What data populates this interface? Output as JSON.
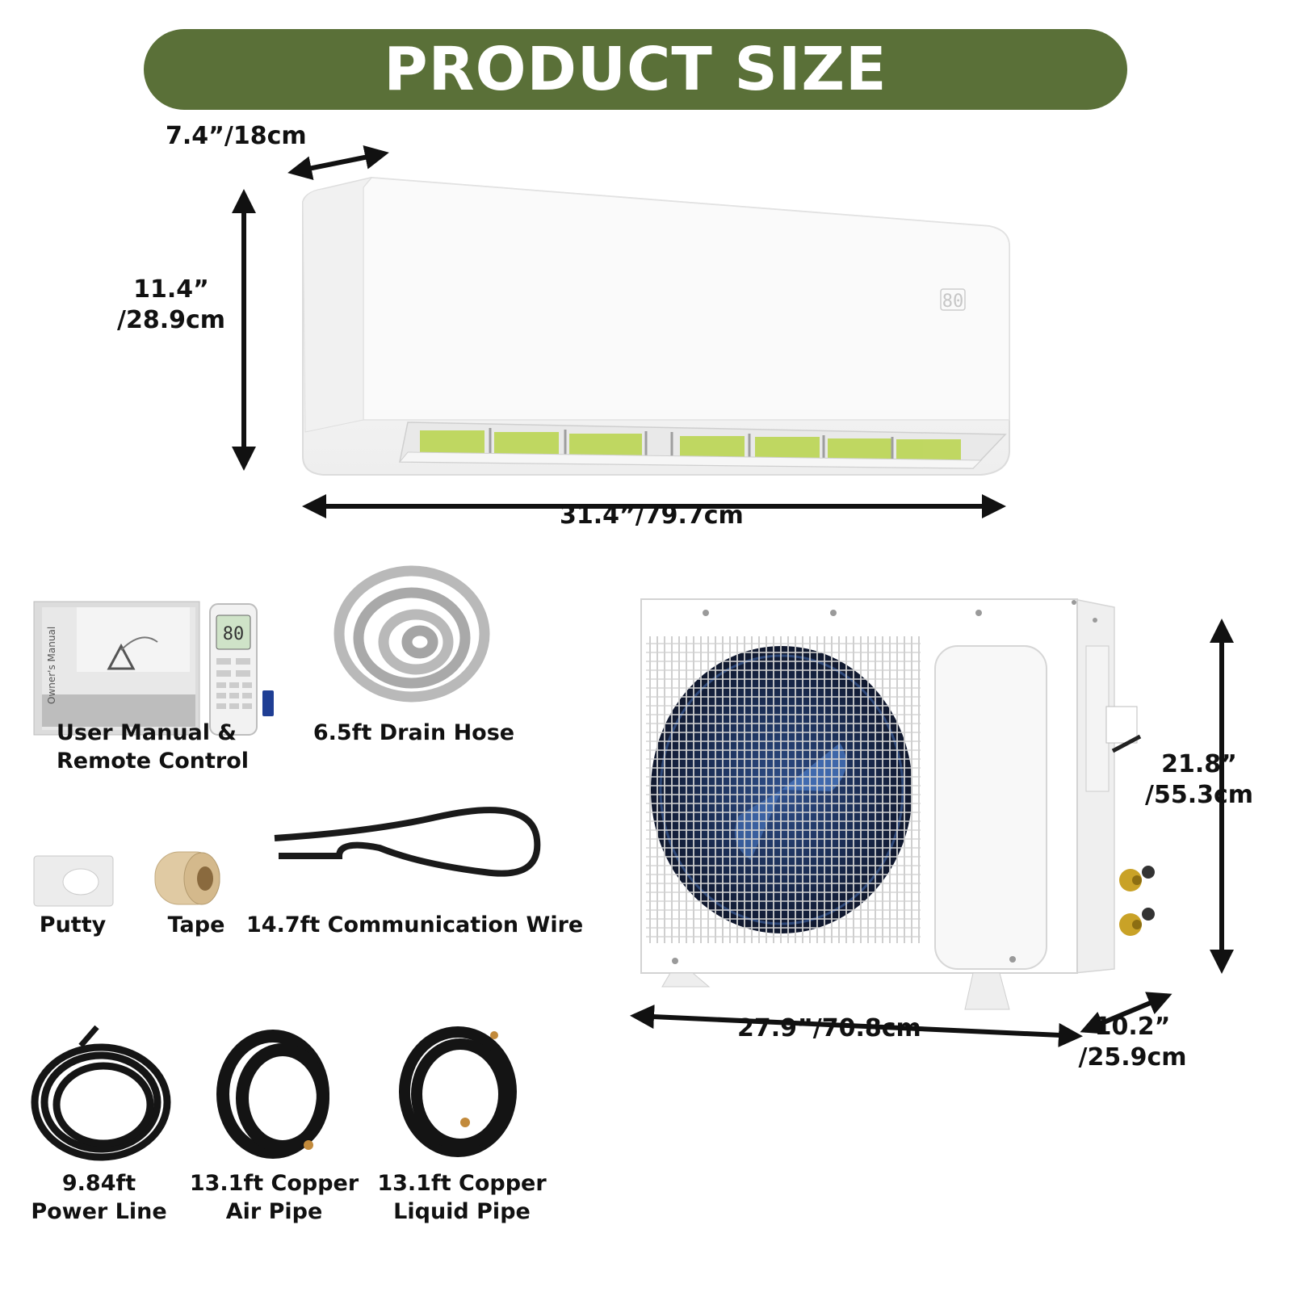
{
  "header": {
    "title": "PRODUCT SIZE"
  },
  "indoor_unit": {
    "display_readout": "80",
    "depth_label": "7.4”/18cm",
    "height_label_line1": "11.4”",
    "height_label_line2": "/28.9cm",
    "width_label": "31.4”/79.7cm"
  },
  "outdoor_unit": {
    "height_label_line1": "21.8”",
    "height_label_line2": "/55.3cm",
    "width_label": "27.9”/70.8cm",
    "depth_label_line1": "10.2”",
    "depth_label_line2": "/25.9cm"
  },
  "accessories": {
    "manual_remote_line1": "User Manual &",
    "manual_remote_line2": "Remote Control",
    "drain_hose": "6.5ft Drain Hose",
    "putty": "Putty",
    "tape": "Tape",
    "comm_wire": "14.7ft Communication Wire",
    "power_line_line1": "9.84ft",
    "power_line_line2": "Power Line",
    "air_pipe_line1": "13.1ft Copper",
    "air_pipe_line2": "Air Pipe",
    "liquid_pipe_line1": "13.1ft Copper",
    "liquid_pipe_line2": "Liquid Pipe",
    "manual_cover_text": "Owner's Manual",
    "remote_display": "80"
  },
  "colors": {
    "banner": "#5a7038",
    "arrow": "#111111",
    "pipe": "#111111"
  }
}
